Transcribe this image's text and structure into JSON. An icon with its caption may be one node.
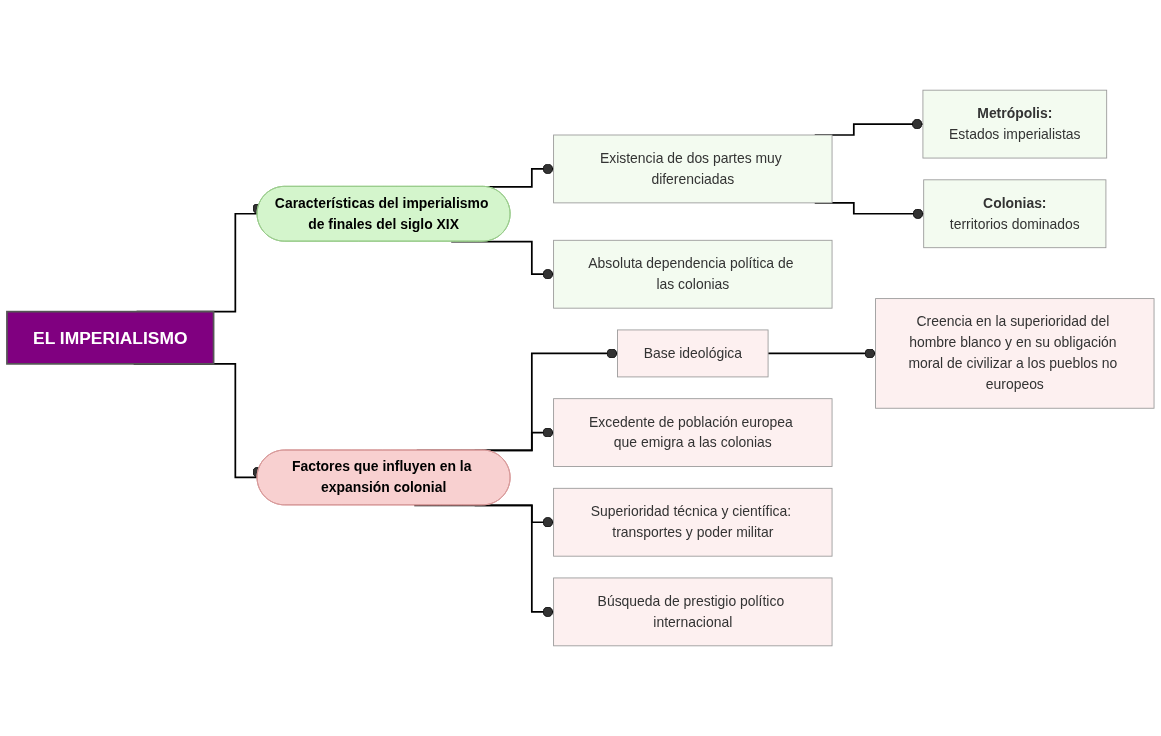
{
  "diagram": {
    "nodes": [
      {
        "text": [
          "EL IMPERIALISMO"
        ]
      },
      {
        "text": [
          "Características del imperialismo de finales del siglo XIX"
        ]
      },
      {
        "text": [
          "Existencia de dos partes muy diferenciadas"
        ]
      },
      {
        "text": [
          "Metrópolis:",
          "Estados imperialistas"
        ]
      },
      {
        "text": [
          "Colonias:",
          "territorios dominados"
        ]
      },
      {
        "text": [
          "Absoluta dependencia política de las colonias"
        ]
      },
      {
        "text": [
          "Factores que influyen en la expansión colonial"
        ]
      },
      {
        "text": [
          "Base ideológica"
        ]
      },
      {
        "text": [
          "Creencia en la superioridad del hombre blanco y en su obligación moral de civilizar a los pueblos no europeos"
        ]
      },
      {
        "text": [
          "Excedente de población europea que emigra a las colonias"
        ]
      },
      {
        "text": [
          "Superioridad técnica y científica: transportes y poder militar"
        ]
      },
      {
        "text": [
          "Búsqueda de prestigio político internacional"
        ]
      }
    ],
    "edges": [
      {
        "from": 0,
        "to": 1,
        "arrow": "other"
      },
      {
        "from": 0,
        "to": 6,
        "arrow": "other"
      },
      {
        "from": 1,
        "to": 2,
        "arrow": "other"
      },
      {
        "from": 1,
        "to": 5,
        "arrow": "other"
      },
      {
        "from": 2,
        "to": 3,
        "arrow": "other"
      },
      {
        "from": 2,
        "to": 4,
        "arrow": "other"
      },
      {
        "from": 6,
        "to": 7,
        "arrow": "other"
      },
      {
        "from": 7,
        "to": 8,
        "arrow": "other"
      },
      {
        "from": 6,
        "to": 9,
        "arrow": "other"
      },
      {
        "from": 6,
        "to": 10,
        "arrow": "other"
      },
      {
        "from": 6,
        "to": 11,
        "arrow": "other"
      }
    ]
  }
}
